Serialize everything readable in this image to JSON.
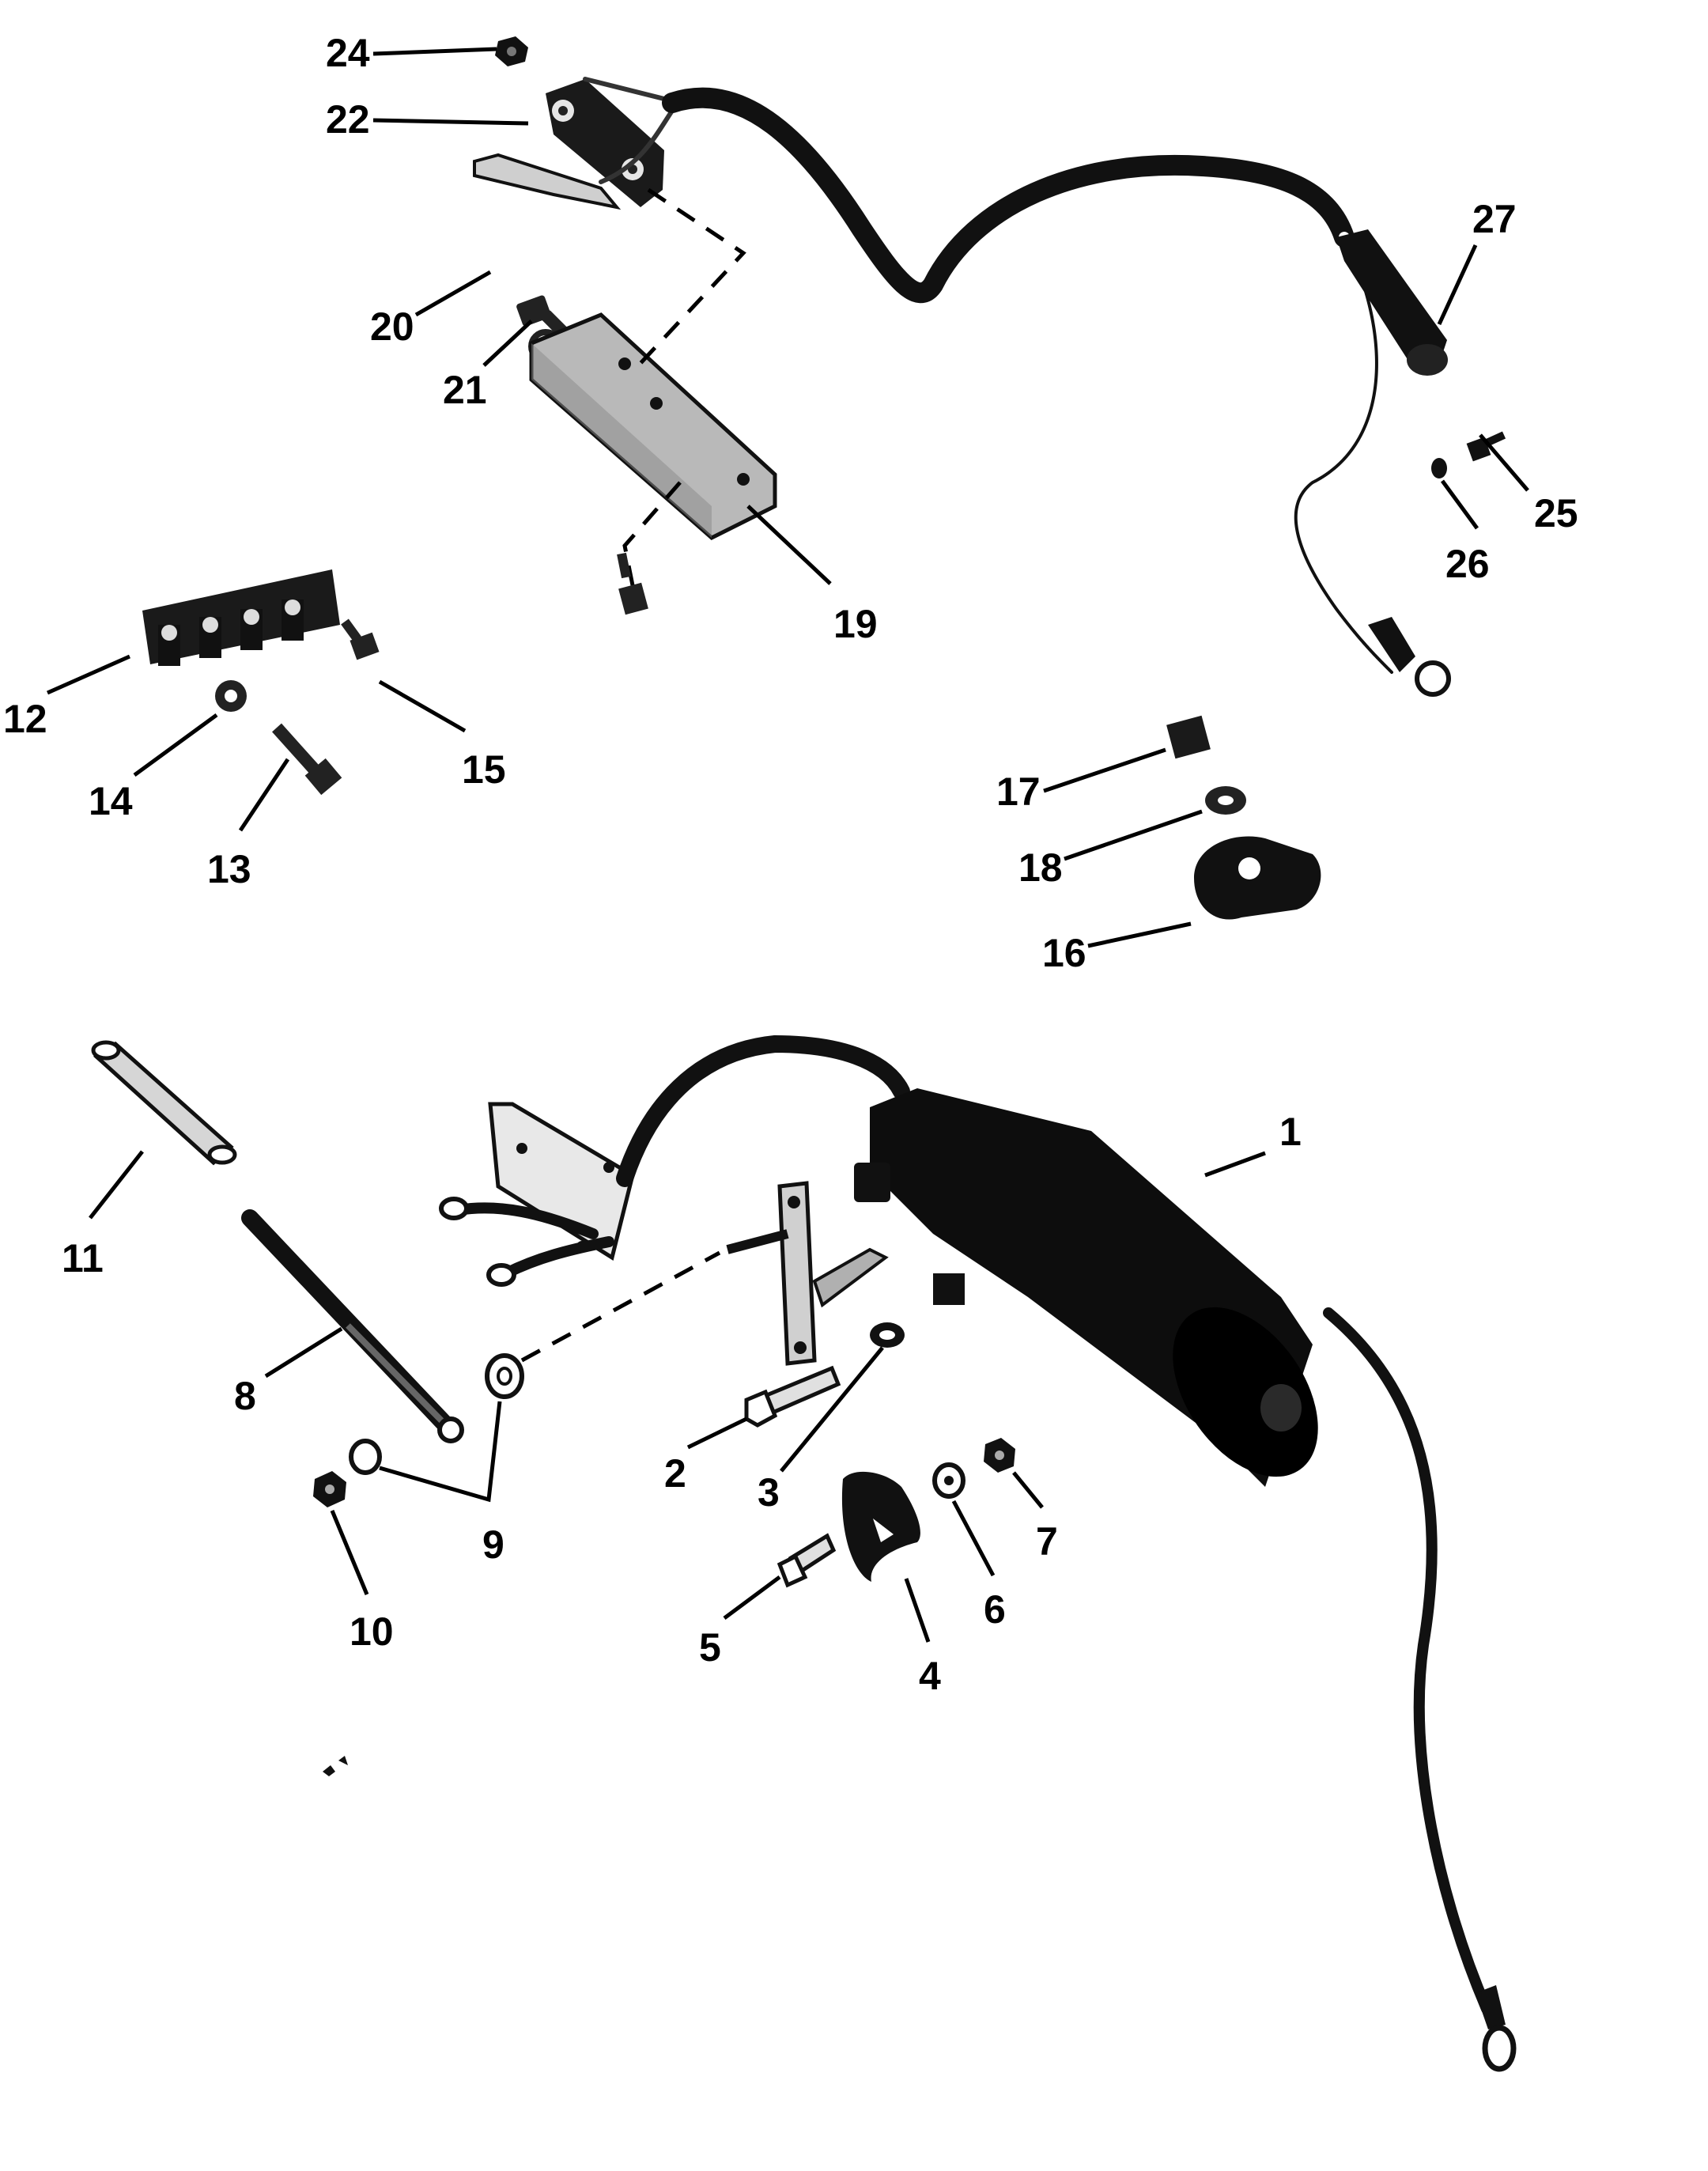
{
  "callouts": {
    "c1": "1",
    "c2": "2",
    "c3": "3",
    "c4": "4",
    "c5": "5",
    "c6": "6",
    "c7": "7",
    "c8": "8",
    "c9": "9",
    "c10": "10",
    "c11": "11",
    "c12": "12",
    "c13": "13",
    "c14": "14",
    "c15": "15",
    "c16": "16",
    "c17": "17",
    "c18": "18",
    "c19": "19",
    "c20": "20",
    "c21": "21",
    "c22": "22",
    "c24": "24",
    "c25": "25",
    "c26": "26",
    "c27": "27"
  },
  "colors": {
    "ink": "#000000",
    "paper": "#ffffff",
    "metal": "#9a9a9a"
  }
}
